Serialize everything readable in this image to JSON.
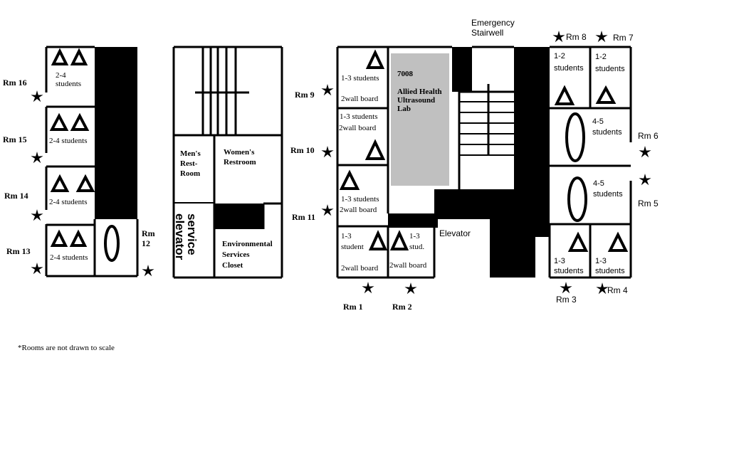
{
  "rooms": {
    "rm16": {
      "label": "Rm 16",
      "capacity": "2-4\nstudents"
    },
    "rm15": {
      "label": "Rm 15",
      "capacity": "2-4 students"
    },
    "rm14": {
      "label": "Rm 14",
      "capacity": "2-4 students"
    },
    "rm13": {
      "label": "Rm 13",
      "capacity": "2-4 students"
    },
    "rm12": {
      "label": "Rm\n12"
    },
    "rm9": {
      "label": "Rm 9",
      "capacity": "1-3 students",
      "board": "2wall board"
    },
    "rm10": {
      "label": "Rm 10",
      "capacity": "1-3 students",
      "board": "2wall board"
    },
    "rm11": {
      "label": "Rm 11",
      "capacity": "1-3 students",
      "board": "2wall board"
    },
    "rm1": {
      "label": "Rm 1",
      "capacity": "1-3\nstudent",
      "board": "2wall board"
    },
    "rm2": {
      "label": "Rm 2",
      "capacity": "1-3\nstud.",
      "board": "2wall board"
    },
    "rm8": {
      "label": "Rm 8",
      "capacity": "1-2\nstudents"
    },
    "rm7": {
      "label": "Rm 7",
      "capacity": "1-2\nstudents"
    },
    "rm6": {
      "label": "Rm 6",
      "capacity": "4-5\nstudents"
    },
    "rm5": {
      "label": "Rm 5",
      "capacity": "4-5\nstudents"
    },
    "rm3": {
      "label": "Rm 3",
      "capacity": "1-3\nstudents"
    },
    "rm4": {
      "label": "Rm 4",
      "capacity": "1-3\nstudents"
    }
  },
  "facilities": {
    "mens_restroom": "Men's\nRest-\nRoom",
    "womens_restroom": "Women's\nRestroom",
    "service_elevator": "service\nelevator",
    "environmental_closet": "Environmental\nServices\nCloset",
    "lab_number": "7008",
    "lab_name": "Allied Health\nUltrasound\nLab",
    "elevator": "Elevator",
    "emergency_stairwell": "Emergency\nStairwell"
  },
  "footnote": "*Rooms are not drawn to scale",
  "colors": {
    "ink": "#000000",
    "lab_fill": "#c0c0c0",
    "background": "#ffffff"
  }
}
